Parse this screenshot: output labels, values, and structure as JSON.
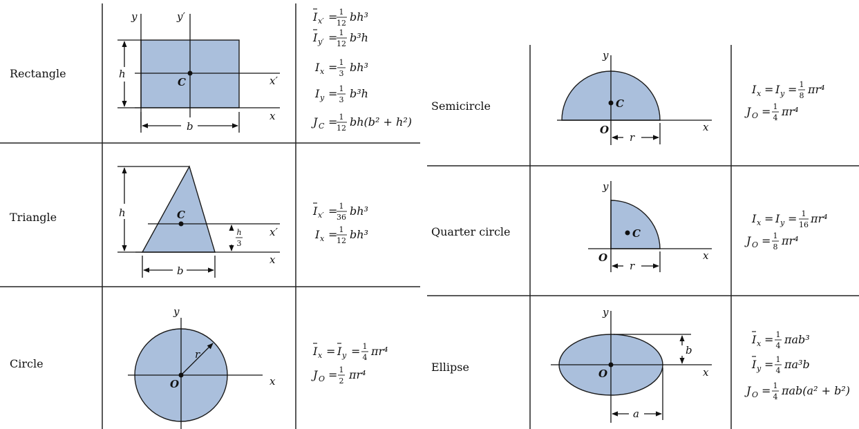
{
  "left_table": {
    "rectangle": {
      "name": "Rectangle",
      "labels": {
        "y": "y",
        "y_prime": "y′",
        "h": "h",
        "C": "C",
        "x_prime": "x′",
        "x": "x",
        "b": "b"
      },
      "formulas": {
        "f1_lhs": "I",
        "f1_sub": "x′",
        "f1_num": "1",
        "f1_den": "12",
        "f1_rest": "bh³",
        "f2_lhs": "I",
        "f2_sub": "y′",
        "f2_num": "1",
        "f2_den": "12",
        "f2_rest": "b³h",
        "f3_lhs": "I",
        "f3_sub": "x",
        "f3_num": "1",
        "f3_den": "3",
        "f3_rest": "bh³",
        "f4_lhs": "I",
        "f4_sub": "y",
        "f4_num": "1",
        "f4_den": "3",
        "f4_rest": "b³h",
        "f5_lhs": "J",
        "f5_sub": "C",
        "f5_num": "1",
        "f5_den": "12",
        "f5_rest": "bh(b² + h²)"
      }
    },
    "triangle": {
      "name": "Triangle",
      "labels": {
        "h": "h",
        "C": "C",
        "x_prime": "x′",
        "x": "x",
        "b": "b",
        "h3_num": "h",
        "h3_den": "3"
      },
      "formulas": {
        "f1_lhs": "I",
        "f1_sub": "x′",
        "f1_num": "1",
        "f1_den": "36",
        "f1_rest": "bh³",
        "f2_lhs": "I",
        "f2_sub": "x",
        "f2_num": "1",
        "f2_den": "12",
        "f2_rest": "bh³"
      }
    },
    "circle": {
      "name": "Circle",
      "labels": {
        "y": "y",
        "r": "r",
        "O": "O",
        "x": "x"
      },
      "formulas": {
        "f1_lhs": "I",
        "f1_sub": "x",
        "f1_mid": "I",
        "f1_midsub": "y",
        "f1_num": "1",
        "f1_den": "4",
        "f1_rest": "πr⁴",
        "f2_lhs": "J",
        "f2_sub": "O",
        "f2_num": "1",
        "f2_den": "2",
        "f2_rest": "πr⁴"
      }
    }
  },
  "right_table": {
    "semicircle": {
      "name": "Semicircle",
      "labels": {
        "y": "y",
        "C": "C",
        "O": "O",
        "r": "r",
        "x": "x"
      },
      "formulas": {
        "f1_lhs": "I",
        "f1_sub": "x",
        "f1_mid": "I",
        "f1_midsub": "y",
        "f1_num": "1",
        "f1_den": "8",
        "f1_rest": "πr⁴",
        "f2_lhs": "J",
        "f2_sub": "O",
        "f2_num": "1",
        "f2_den": "4",
        "f2_rest": "πr⁴"
      }
    },
    "quarter_circle": {
      "name": "Quarter circle",
      "labels": {
        "y": "y",
        "C": "C",
        "O": "O",
        "r": "r",
        "x": "x"
      },
      "formulas": {
        "f1_lhs": "I",
        "f1_sub": "x",
        "f1_mid": "I",
        "f1_midsub": "y",
        "f1_num": "1",
        "f1_den": "16",
        "f1_rest": "πr⁴",
        "f2_lhs": "J",
        "f2_sub": "O",
        "f2_num": "1",
        "f2_den": "8",
        "f2_rest": "πr⁴"
      }
    },
    "ellipse": {
      "name": "Ellipse",
      "labels": {
        "y": "y",
        "b": "b",
        "O": "O",
        "x": "x",
        "a": "a"
      },
      "formulas": {
        "f1_lhs": "I",
        "f1_sub": "x",
        "f1_num": "1",
        "f1_den": "4",
        "f1_rest": "πab³",
        "f2_lhs": "I",
        "f2_sub": "y",
        "f2_num": "1",
        "f2_den": "4",
        "f2_rest": "πa³b",
        "f3_lhs": "J",
        "f3_sub": "O",
        "f3_num": "1",
        "f3_den": "4",
        "f3_rest": "πab(a² + b²)"
      }
    }
  },
  "colors": {
    "fill": "#aabfdc",
    "stroke": "#1a1a1a"
  }
}
